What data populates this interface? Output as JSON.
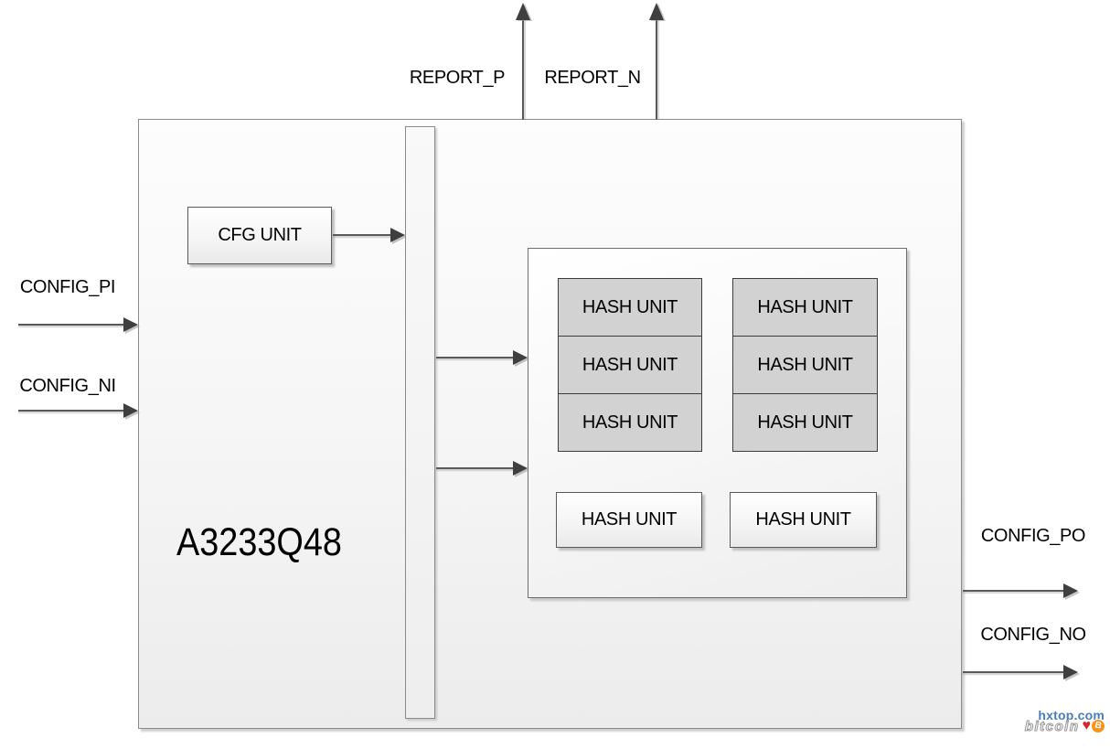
{
  "chip": {
    "label": "A3233Q48"
  },
  "cfg_unit": {
    "label": "CFG UNIT"
  },
  "hash_group": {
    "left_column": [
      "HASH UNIT",
      "HASH UNIT",
      "HASH UNIT"
    ],
    "right_column": [
      "HASH UNIT",
      "HASH UNIT",
      "HASH UNIT"
    ],
    "bottom_row": [
      "HASH UNIT",
      "HASH UNIT"
    ]
  },
  "ports": {
    "report_p": "REPORT_P",
    "report_n": "REPORT_N",
    "config_pi": "CONFIG_PI",
    "config_ni": "CONFIG_NI",
    "config_po": "CONFIG_PO",
    "config_no": "CONFIG_NO"
  },
  "watermark": {
    "site": "hxtop.com",
    "word": "bitcoin",
    "heart": "♥",
    "coin_letter": "B"
  },
  "colors": {
    "line": "#5a5a5a",
    "arrow": "#3f3f3f",
    "unit_gray": "#d2d2d2",
    "box_border": "#6e6e6e",
    "outer_border": "#8a8a8a",
    "watermark_blue": "#4a7cc0",
    "heart_red": "#d6252b",
    "coin_orange": "#f7931a"
  }
}
